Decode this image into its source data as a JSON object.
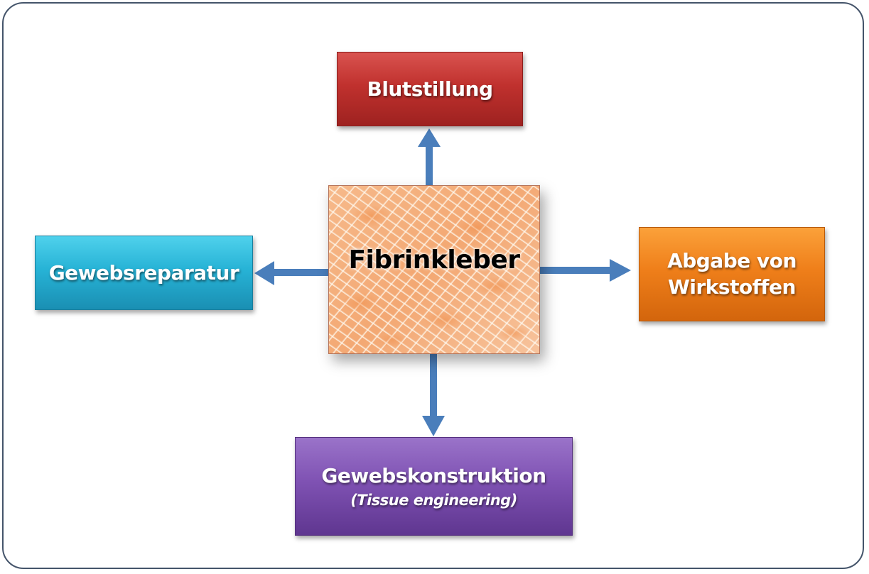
{
  "diagram": {
    "center": {
      "label": "Fibrinkleber"
    },
    "top": {
      "label": "Blutstillung"
    },
    "left": {
      "label": "Gewebsreparatur"
    },
    "right": {
      "line1": "Abgabe von",
      "line2": "Wirkstoffen"
    },
    "bottom": {
      "label": "Gewebskonstruktion",
      "sublabel": "(Tissue engineering)"
    }
  },
  "colors": {
    "arrow": "#4a7ebb",
    "frame_border": "#44546a",
    "top_box": "#c0312e",
    "left_box": "#27b3d6",
    "right_box": "#ef7f1a",
    "bottom_box": "#7f52b3"
  }
}
